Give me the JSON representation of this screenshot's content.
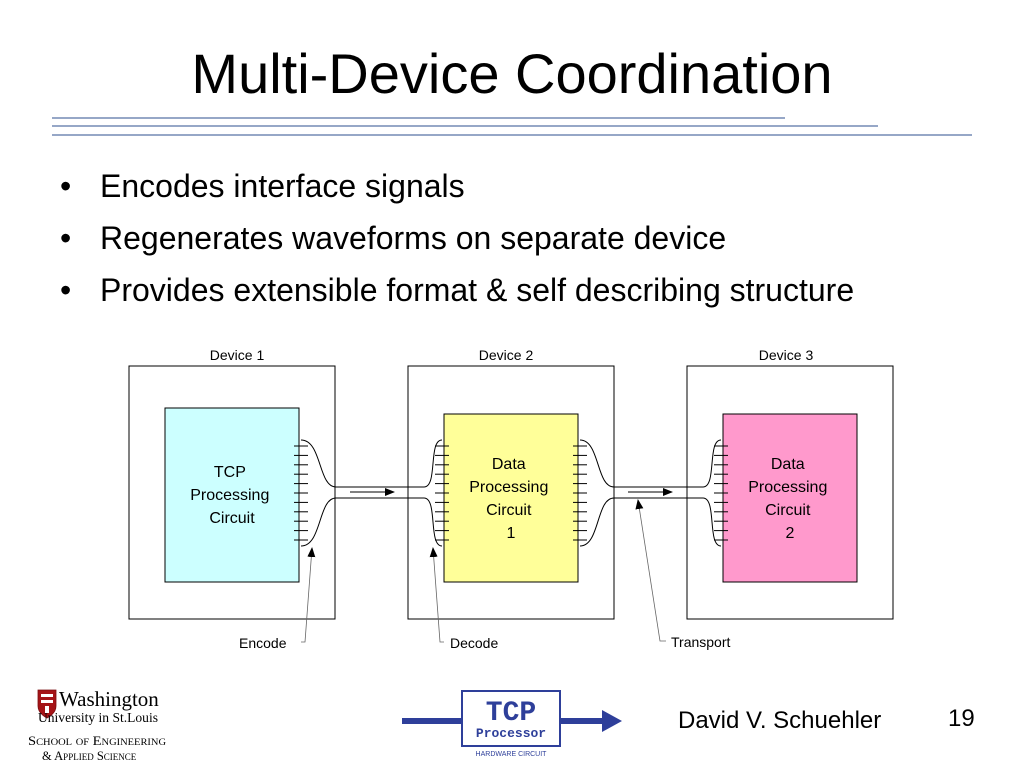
{
  "slide": {
    "title": "Multi-Device Coordination",
    "bullets": [
      "Encodes interface signals",
      "Regenerates waveforms on separate device",
      "Provides extensible format & self describing structure"
    ],
    "author": "David V. Schuehler",
    "page_number": "19"
  },
  "diagram": {
    "devices": [
      {
        "label": "Device 1",
        "circuit_lines": [
          "TCP",
          "Processing",
          "Circuit"
        ],
        "fill": "#ccffff"
      },
      {
        "label": "Device 2",
        "circuit_lines": [
          "Data",
          "Processing",
          "Circuit",
          "1"
        ],
        "fill": "#ffff99"
      },
      {
        "label": "Device 3",
        "circuit_lines": [
          "Data",
          "Processing",
          "Circuit",
          "2"
        ],
        "fill": "#ff99cc"
      }
    ],
    "callouts": [
      "Encode",
      "Decode",
      "Transport"
    ]
  },
  "logos": {
    "university": {
      "line1": "Washington",
      "line2": "University in St.Louis",
      "line3": "School of Engineering",
      "line4": "& Applied Science"
    },
    "tcp": {
      "main": "TCP",
      "sub": "Processor",
      "caption": "HARDWARE CIRCUIT"
    }
  },
  "colors": {
    "rule": "#2e4f8f",
    "arrow_blue": "#2e3f9a",
    "crest_red": "#a51417"
  }
}
